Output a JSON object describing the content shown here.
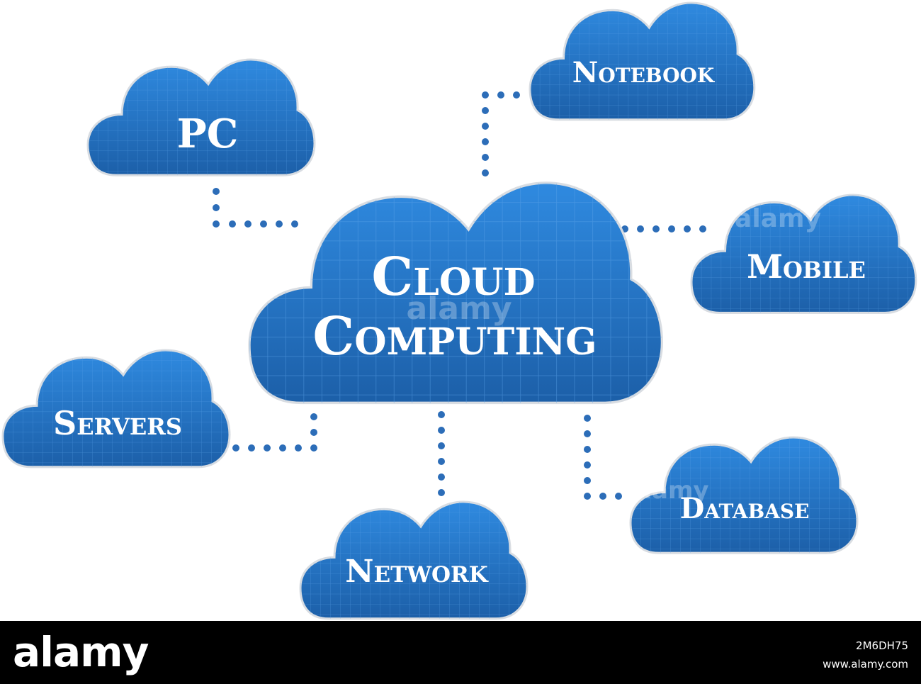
{
  "colors": {
    "cloud_fill_light": "#2f8ae0",
    "cloud_fill_dark": "#1c5fa8",
    "cloud_outline": "#d9dde2",
    "grid_line": "#5aa2e6",
    "connector": "#2c6db8",
    "footer_background": "#000000",
    "footer_text": "#ffffff"
  },
  "diagram": {
    "center": {
      "label_line1": "Cloud",
      "label_line2": "Computing"
    },
    "nodes": {
      "pc": "PC",
      "notebook": "Notebook",
      "mobile": "Mobile",
      "servers": "Servers",
      "network": "Network",
      "database": "Database"
    },
    "watermark": "alamy"
  },
  "footer": {
    "logo_text": "alamy",
    "image_id": "2M6DH75",
    "site": "www.alamy.com"
  }
}
